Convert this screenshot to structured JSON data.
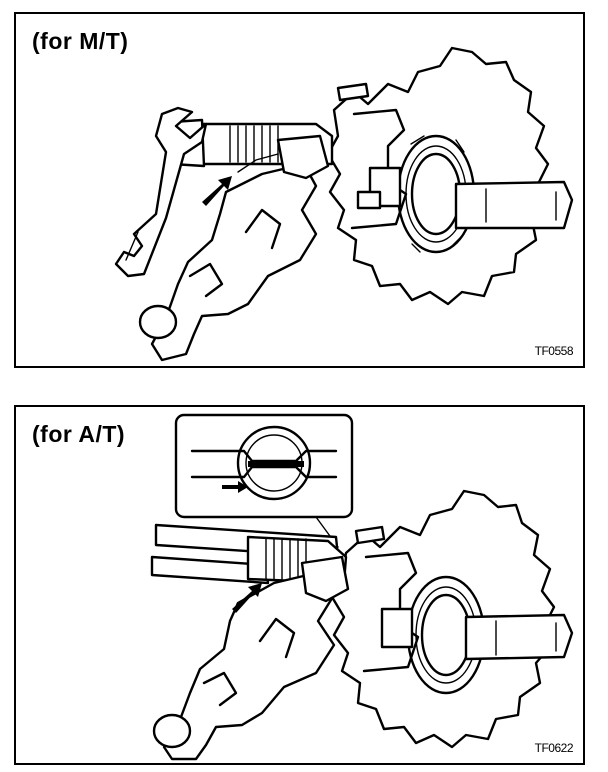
{
  "panels": [
    {
      "title": "(for M/T)",
      "code": "TF0558"
    },
    {
      "title": "(for A/T)",
      "code": "TF0622"
    }
  ],
  "icons": {
    "wrench": "wrench-icon",
    "hand": "hand-icon",
    "gear": "gear-sprocket-icon",
    "arrow": "direction-arrow-icon",
    "detail": "magnified-detail-inset"
  }
}
